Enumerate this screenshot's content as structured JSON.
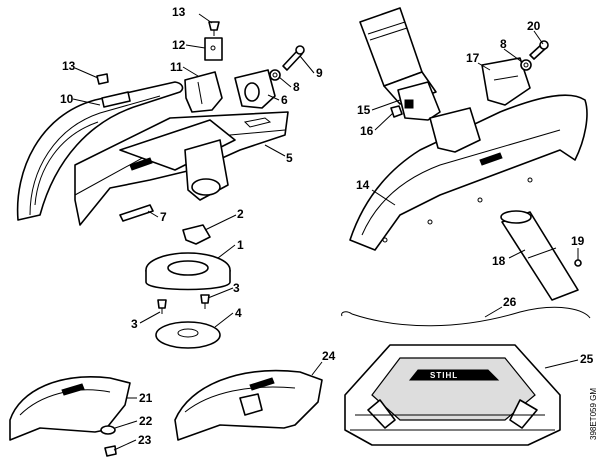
{
  "diagram": {
    "figure_code": "398ET059 GM",
    "brand_text": "STIHL",
    "callouts": [
      {
        "id": "c13a",
        "label": "13"
      },
      {
        "id": "c12",
        "label": "12"
      },
      {
        "id": "c11",
        "label": "11"
      },
      {
        "id": "c13b",
        "label": "13"
      },
      {
        "id": "c10",
        "label": "10"
      },
      {
        "id": "c9",
        "label": "9"
      },
      {
        "id": "c8a",
        "label": "8"
      },
      {
        "id": "c6",
        "label": "6"
      },
      {
        "id": "c5",
        "label": "5"
      },
      {
        "id": "c7",
        "label": "7"
      },
      {
        "id": "c2",
        "label": "2"
      },
      {
        "id": "c1",
        "label": "1"
      },
      {
        "id": "c3a",
        "label": "3"
      },
      {
        "id": "c3b",
        "label": "3"
      },
      {
        "id": "c4",
        "label": "4"
      },
      {
        "id": "c20",
        "label": "20"
      },
      {
        "id": "c8b",
        "label": "8"
      },
      {
        "id": "c17",
        "label": "17"
      },
      {
        "id": "c15",
        "label": "15"
      },
      {
        "id": "c16",
        "label": "16"
      },
      {
        "id": "c14",
        "label": "14"
      },
      {
        "id": "c19",
        "label": "19"
      },
      {
        "id": "c18",
        "label": "18"
      },
      {
        "id": "c26",
        "label": "26"
      },
      {
        "id": "c24",
        "label": "24"
      },
      {
        "id": "c25",
        "label": "25"
      },
      {
        "id": "c21",
        "label": "21"
      },
      {
        "id": "c22",
        "label": "22"
      },
      {
        "id": "c23",
        "label": "23"
      }
    ]
  }
}
